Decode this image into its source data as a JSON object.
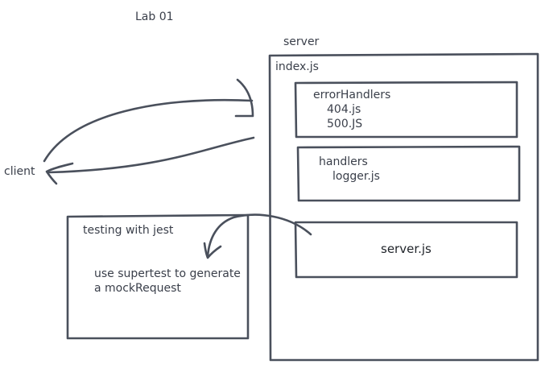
{
  "title": "Lab 01",
  "client_label": "client",
  "server_label": "server",
  "server_box": {
    "file": "index.js",
    "error_handlers": {
      "label": "errorHandlers",
      "files": [
        "404.js",
        "500.JS"
      ]
    },
    "handlers": {
      "label": "handlers",
      "files": [
        "logger.js"
      ]
    },
    "server_js": "server.js"
  },
  "testing_box": {
    "label": "testing with jest",
    "note_lines": [
      "use supertest to generate",
      "a mockRequest"
    ]
  },
  "colors": {
    "ink": "#4a505c",
    "text": "#3a3f4a"
  }
}
